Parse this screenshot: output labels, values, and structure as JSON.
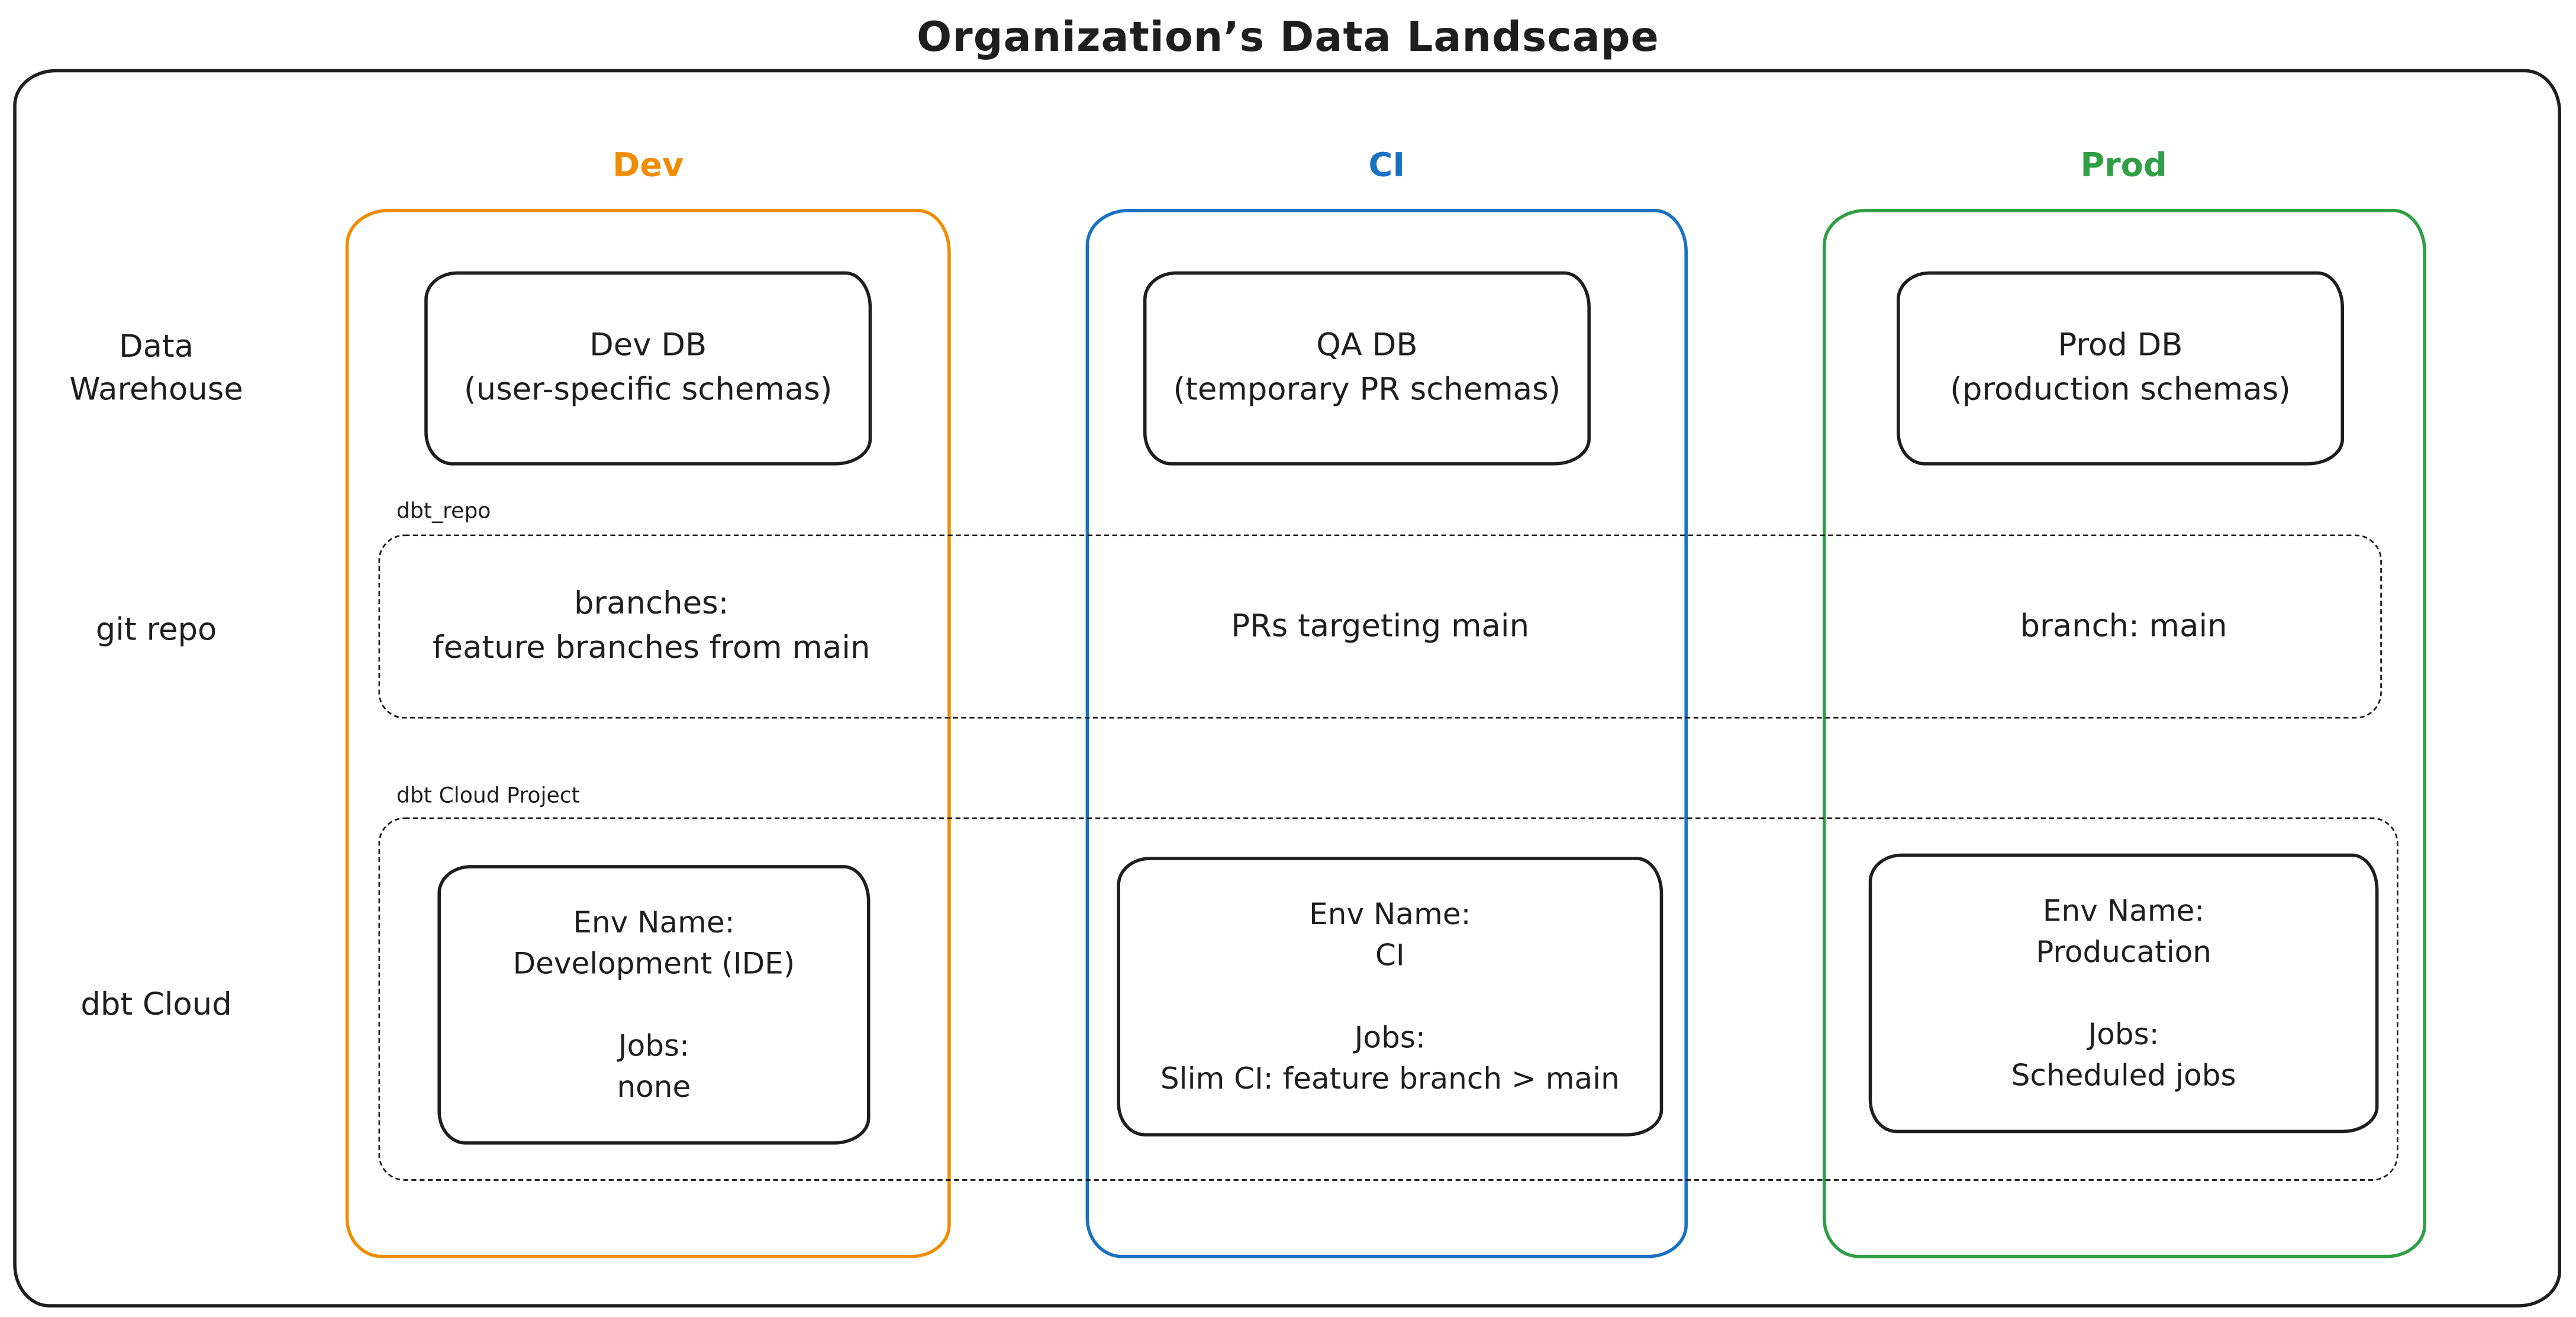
{
  "title": "Organization’s Data Landscape",
  "colors": {
    "ink": "#1e1e1e",
    "paper": "#ffffff"
  },
  "columns": {
    "dev": {
      "label": "Dev",
      "color": "#f08c00"
    },
    "ci": {
      "label": "CI",
      "color": "#1971c2"
    },
    "prod": {
      "label": "Prod",
      "color": "#2f9e44"
    }
  },
  "row_labels": {
    "warehouse": "Data\nWarehouse",
    "git": "git repo",
    "dbt": "dbt Cloud"
  },
  "warehouse": {
    "dev": "Dev DB\n(user-specific schemas)",
    "ci": "QA DB\n(temporary PR schemas)",
    "prod": "Prod DB\n(production schemas)"
  },
  "git_repo": {
    "container_label": "dbt_repo",
    "dev": "branches:\nfeature branches from main",
    "ci": "PRs targeting main",
    "prod": "branch: main"
  },
  "dbt_cloud": {
    "container_label": "dbt Cloud Project",
    "dev": "Env Name:\nDevelopment (IDE)\n\nJobs:\nnone",
    "ci": "Env Name:\nCI\n\nJobs:\nSlim CI: feature branch > main",
    "prod": "Env Name:\nProducation\n\nJobs:\nScheduled jobs"
  }
}
